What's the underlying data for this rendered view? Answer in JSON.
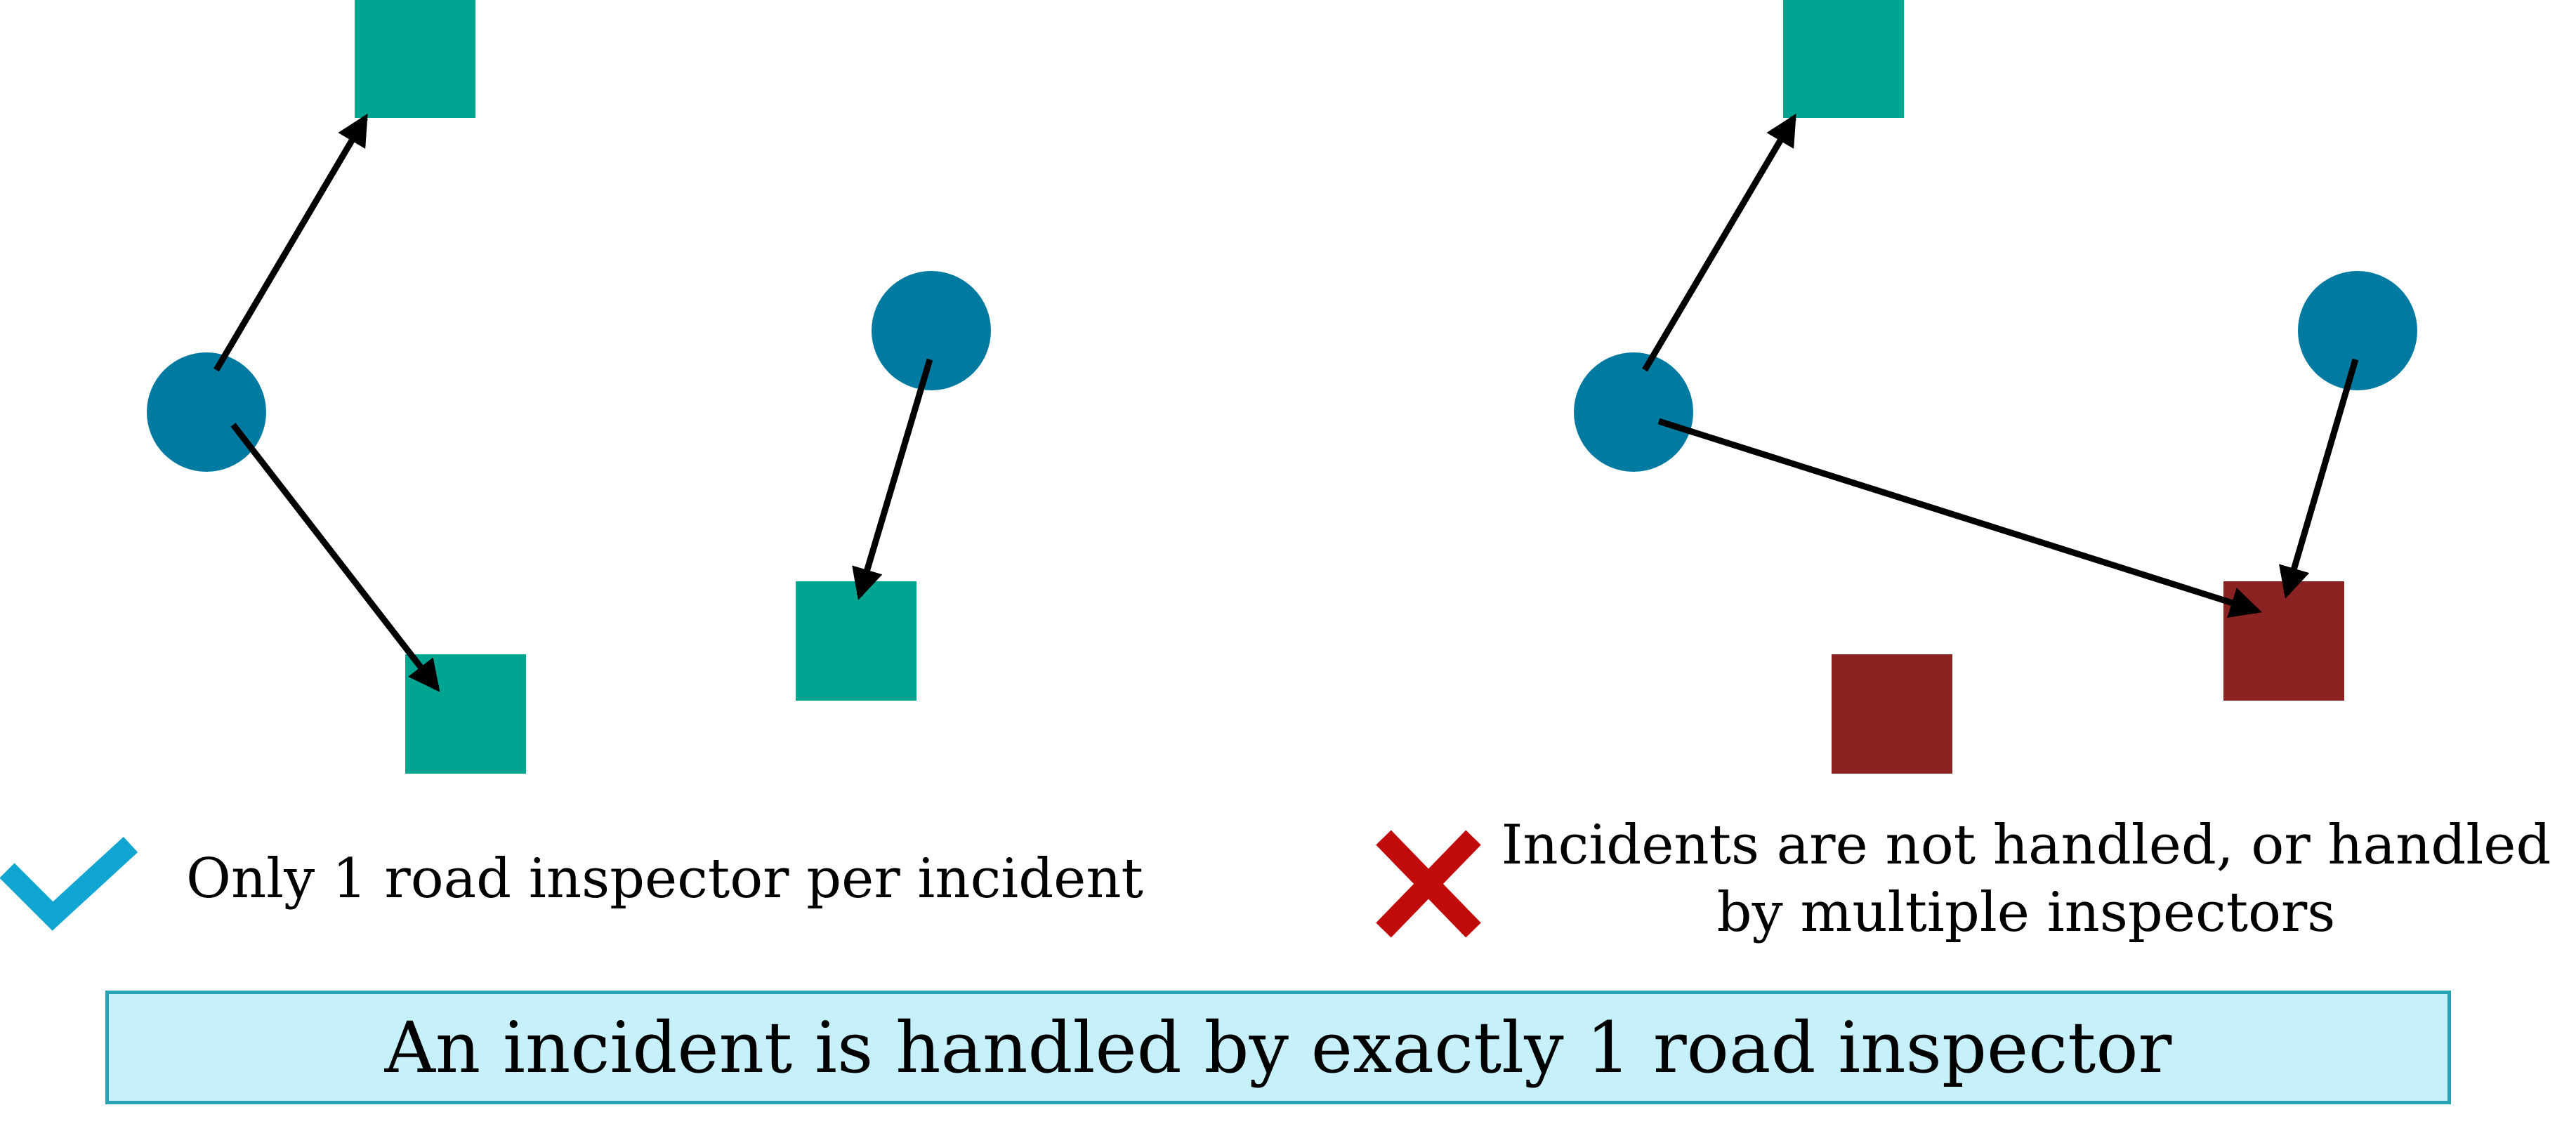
{
  "legend": {
    "valid_icon": "checkmark-icon",
    "invalid_icon": "cross-icon",
    "valid_caption": "Only 1 road inspector per incident",
    "invalid_caption": "Incidents are not handled, or handled by multiple inspectors"
  },
  "conclusion": {
    "text": "An incident is handled by exactly 1 road inspector"
  },
  "colors": {
    "inspector": "#007aa0",
    "incident_handled": "#00a591",
    "incident_violation": "#8b2323",
    "check": "#11a6d1",
    "cross": "#c10a0a",
    "conclusion_background": "#c6f1fb",
    "conclusion_border": "#2aa3b8"
  },
  "diagrams": {
    "valid_example": {
      "inspectors": [
        "inspector-a",
        "inspector-b"
      ],
      "incidents": [
        "incident-1",
        "incident-2",
        "incident-3"
      ],
      "assignments": [
        {
          "from": "inspector-a",
          "to": "incident-1"
        },
        {
          "from": "inspector-a",
          "to": "incident-2"
        },
        {
          "from": "inspector-b",
          "to": "incident-3"
        }
      ]
    },
    "invalid_example": {
      "inspectors": [
        "inspector-a",
        "inspector-b"
      ],
      "incidents": [
        "incident-1",
        "incident-2",
        "incident-3"
      ],
      "assignments": [
        {
          "from": "inspector-a",
          "to": "incident-1"
        },
        {
          "from": "inspector-a",
          "to": "incident-3"
        },
        {
          "from": "inspector-b",
          "to": "incident-3"
        }
      ],
      "unhandled_incidents": [
        "incident-2"
      ],
      "multiply_handled_incidents": [
        "incident-3"
      ]
    }
  }
}
